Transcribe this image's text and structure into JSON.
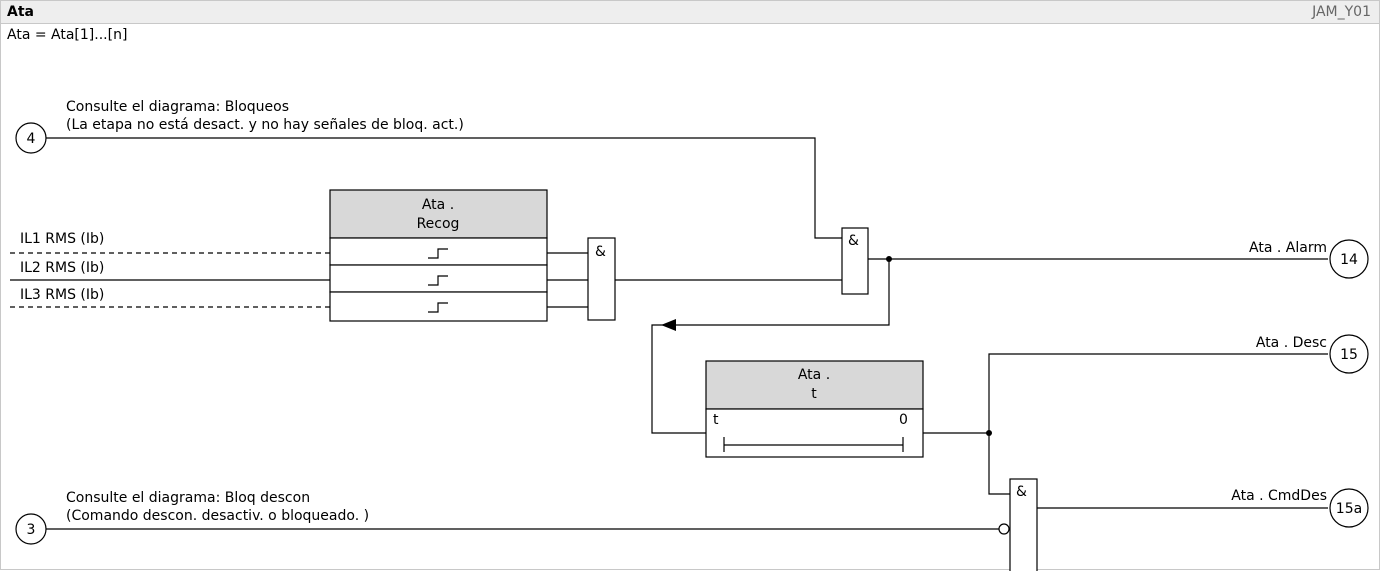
{
  "header": {
    "title": "Ata",
    "code": "JAM_Y01"
  },
  "subtitle": "Ata = Ata[1]...[n]",
  "inputs": {
    "block_ref": {
      "connector": "4",
      "line1": "Consulte el diagrama: Bloqueos",
      "line2": "(La etapa no está desact. y no hay señales de bloq. act.)"
    },
    "trip_block_ref": {
      "connector": "3",
      "line1": "Consulte el diagrama: Bloq descon",
      "line2": "(Comando descon. desactiv. o bloqueado. )"
    },
    "currents": [
      "IL1 RMS (Ib)",
      "IL2 RMS (Ib)",
      "IL3 RMS (Ib)"
    ]
  },
  "recog_block": {
    "line1": "Ata .",
    "line2": "Recog"
  },
  "timer_block": {
    "line1": "Ata .",
    "line2": "t",
    "t_label": "t",
    "zero_label": "0"
  },
  "gates": {
    "and_symbol": "&"
  },
  "outputs": [
    {
      "label": "Ata . Alarm",
      "connector": "14"
    },
    {
      "label": "Ata . Desc",
      "connector": "15"
    },
    {
      "label": "Ata . CmdDes",
      "connector": "15a"
    }
  ]
}
